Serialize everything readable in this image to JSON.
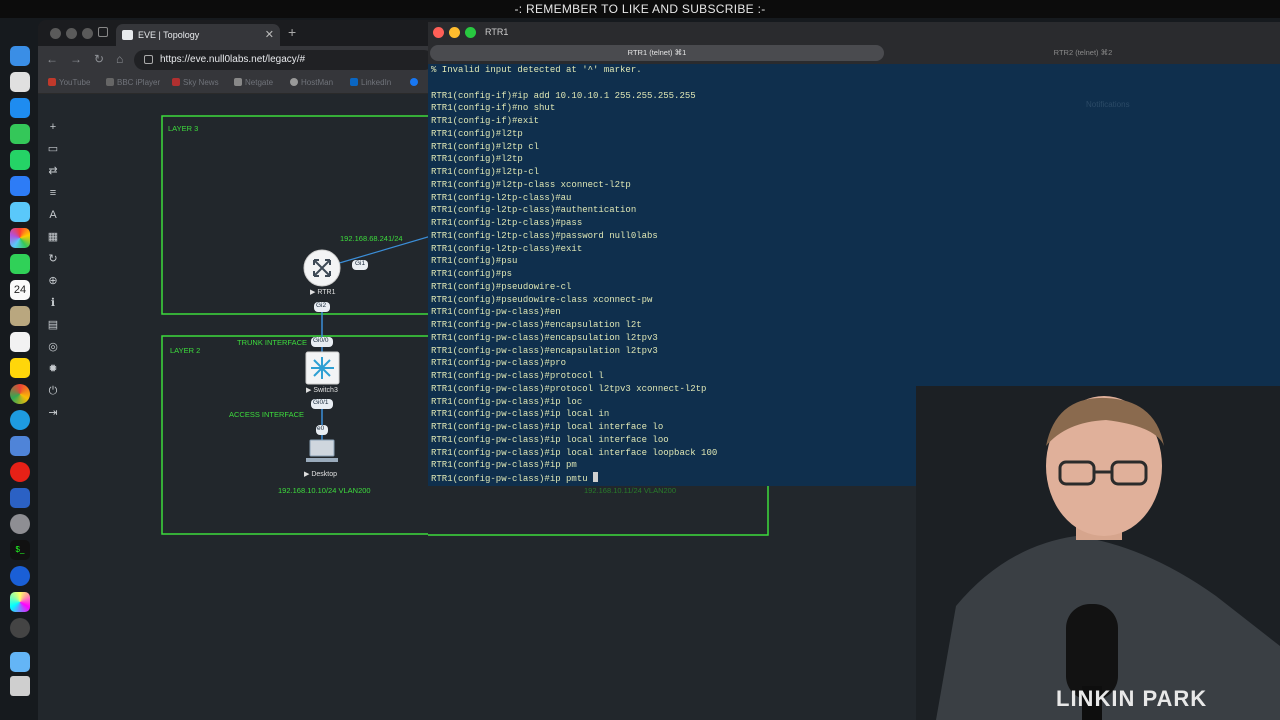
{
  "banner": "-: REMEMBER TO LIKE AND SUBSCRIBE :-",
  "browser": {
    "tab_title": "EVE | Topology",
    "url": "https://eve.null0labs.net/legacy/#",
    "bookmarks": [
      "YouTube",
      "BBC iPlayer",
      "Sky News",
      "Netgate",
      "HostMan",
      "LinkedIn"
    ]
  },
  "topology": {
    "layer3_label": "LAYER 3",
    "layer2_label": "LAYER 2",
    "rtr1_ip": "192.168.68.241/24",
    "rtr1_name": "RTR1",
    "rtr1_gi1": "Gi1",
    "rtr1_gi2": "Gi2",
    "trunk_label": "TRUNK INTERFACE",
    "sw_gi00": "Gi0/0",
    "switch_name": "Switch3",
    "sw_gi01": "Gi0/1",
    "access_label": "ACCESS INTERFACE",
    "pc_e0": "e0",
    "pc_name": "Desktop",
    "pc_ip": "192.168.10.10/24 VLAN200",
    "pc2_ip": "192.168.10.11/24 VLAN200",
    "notifications": "Notifications"
  },
  "terminal": {
    "window_title": "RTR1",
    "tab1_label": "RTR1 (telnet)  ⌘1",
    "tab2_label": "RTR2 (telnet)  ⌘2",
    "lines": [
      "% Invalid input detected at '^' marker.",
      "",
      "RTR1(config-if)#ip add 10.10.10.1 255.255.255.255",
      "RTR1(config-if)#no shut",
      "RTR1(config-if)#exit",
      "RTR1(config)#l2tp",
      "RTR1(config)#l2tp cl",
      "RTR1(config)#l2tp",
      "RTR1(config)#l2tp-cl",
      "RTR1(config)#l2tp-class xconnect-l2tp",
      "RTR1(config-l2tp-class)#au",
      "RTR1(config-l2tp-class)#authentication",
      "RTR1(config-l2tp-class)#pass",
      "RTR1(config-l2tp-class)#password null0labs",
      "RTR1(config-l2tp-class)#exit",
      "RTR1(config)#psu",
      "RTR1(config)#ps",
      "RTR1(config)#pseudowire-cl",
      "RTR1(config)#pseudowire-class xconnect-pw",
      "RTR1(config-pw-class)#en",
      "RTR1(config-pw-class)#encapsulation l2t",
      "RTR1(config-pw-class)#encapsulation l2tpv3",
      "RTR1(config-pw-class)#encapsulation l2tpv3",
      "RTR1(config-pw-class)#pro",
      "RTR1(config-pw-class)#protocol l",
      "RTR1(config-pw-class)#protocol l2tpv3 xconnect-l2tp",
      "RTR1(config-pw-class)#ip loc",
      "RTR1(config-pw-class)#ip local in",
      "RTR1(config-pw-class)#ip local interface lo",
      "RTR1(config-pw-class)#ip local interface loo",
      "RTR1(config-pw-class)#ip local interface loopback 100",
      "RTR1(config-pw-class)#ip pm",
      "RTR1(config-pw-class)#ip pmtu "
    ]
  },
  "webcam": {
    "shirt_text": "LINKIN PARK"
  }
}
